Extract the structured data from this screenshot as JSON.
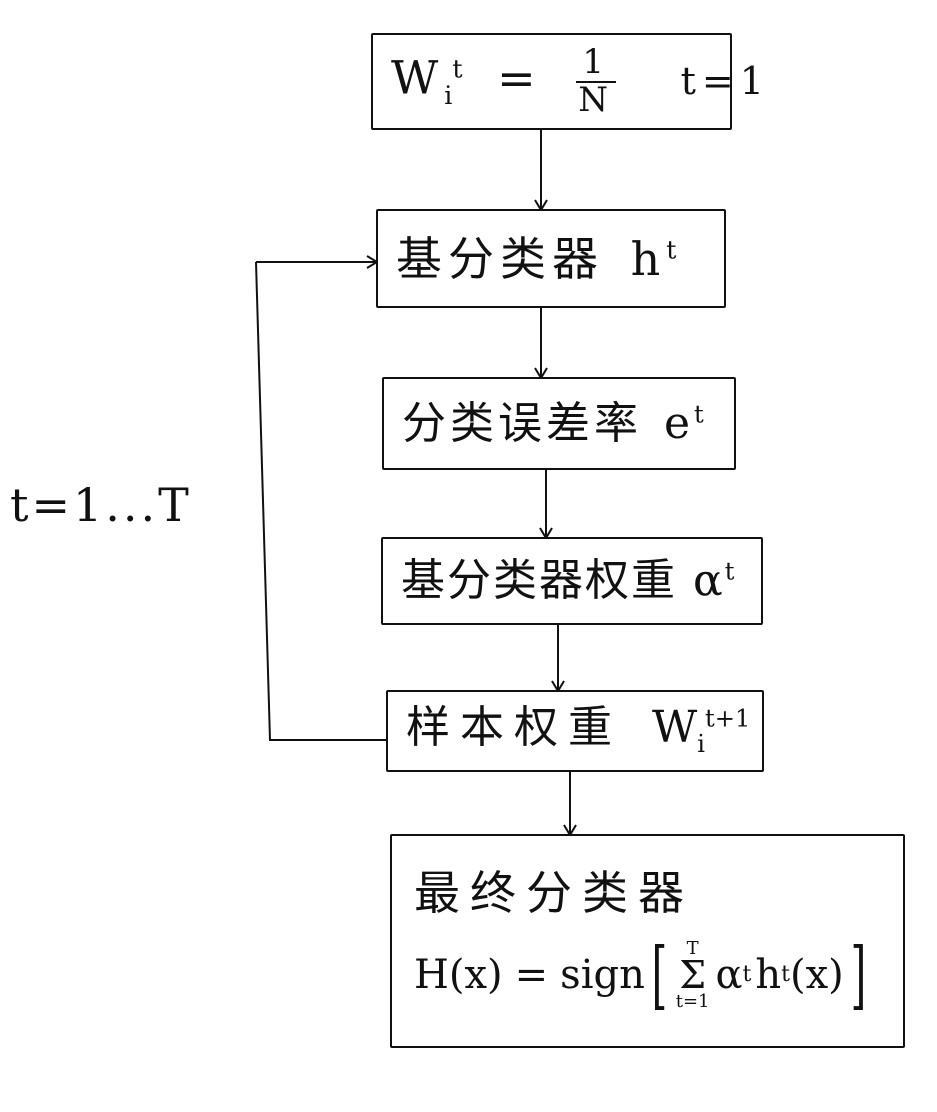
{
  "boxes": {
    "init": {
      "w": "W",
      "w_sub": "i",
      "w_sup": "t",
      "eq": "=",
      "num": "1",
      "den": "N",
      "cond": "t=1"
    },
    "base_classifier": {
      "label": "基分类器",
      "h": "h",
      "h_sup": "t"
    },
    "error_rate": {
      "label": "分类误差率",
      "e": "e",
      "e_sup": "t"
    },
    "classifier_weight": {
      "label": "基分类器权重",
      "a": "α",
      "a_sup": "t"
    },
    "sample_weight": {
      "label": "样本权重",
      "w": "W",
      "w_sub": "i",
      "w_sup": "t+1"
    },
    "final": {
      "title": "最终分类器",
      "lhs": "H(x)",
      "eq": "=",
      "fn": "sign",
      "sum_top": "T",
      "sum_sym": "Σ",
      "sum_bottom": "t=1",
      "alpha": "α",
      "alpha_sup": "t",
      "h": "h",
      "h_sup": "t",
      "arg": "(x)"
    }
  },
  "loop_label": "t=1...T",
  "colors": {
    "ink": "#111111",
    "paper": "#ffffff"
  }
}
